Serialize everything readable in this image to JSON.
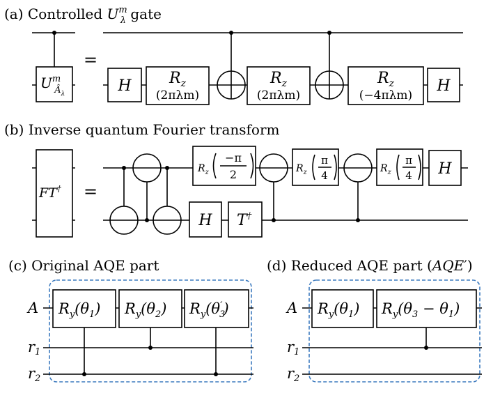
{
  "panels": {
    "a": {
      "caption_prefix": "(a) Controlled ",
      "caption_U": "U",
      "caption_sup": "m",
      "caption_sub": "λ",
      "caption_suffix": " gate",
      "lhs_U": "U",
      "lhs_sup": "m",
      "lhs_sub": "Â",
      "lhs_subsub": "λ",
      "equals": "=",
      "gates": [
        {
          "main": "H",
          "arg": ""
        },
        {
          "main": "R",
          "sub": "z",
          "arg": "(2πλm)"
        },
        {
          "main": "R",
          "sub": "z",
          "arg": "(2πλm)"
        },
        {
          "main": "R",
          "sub": "z",
          "arg": "(−4πλm)"
        },
        {
          "main": "H",
          "arg": ""
        }
      ]
    },
    "b": {
      "caption": "(b) Inverse quantum Fourier transform",
      "lhs_label": "FT",
      "lhs_sup": "†",
      "equals": "=",
      "rz1_num": "−π",
      "rz1_den": "2",
      "rz2_num": "π",
      "rz2_den": "4",
      "rz3_num": "π",
      "rz3_den": "4",
      "rz_R": "R",
      "rz_sub": "z",
      "h_label": "H",
      "t_label": "T",
      "t_sup": "†",
      "h_end": "H"
    },
    "c": {
      "caption": "(c) Original AQE part",
      "wire_labels": [
        "A",
        "r",
        "r"
      ],
      "wire_subs": [
        "",
        "1",
        "2"
      ],
      "gates": [
        {
          "label": "R",
          "sub": "y",
          "arg": "(θ",
          "argsub": "1",
          "close": ")"
        },
        {
          "label": "R",
          "sub": "y",
          "arg": "(θ",
          "argsub": "2",
          "close": ")"
        },
        {
          "label": "R",
          "sub": "y",
          "arg": "(θ",
          "argsub": "3",
          "prime": "′",
          "close": ")"
        }
      ]
    },
    "d": {
      "caption_prefix": "(d) Reduced AQE part (",
      "caption_italic": "AQE",
      "caption_prime": "′",
      "caption_suffix": ")",
      "wire_labels": [
        "A",
        "r",
        "r"
      ],
      "wire_subs": [
        "",
        "1",
        "2"
      ],
      "gates": [
        {
          "label": "R",
          "sub": "y",
          "arg": "(θ",
          "argsub": "1",
          "close": ")"
        },
        {
          "label": "R",
          "sub": "y",
          "arg": "(θ",
          "argsub": "3",
          "mid": " − θ",
          "argsub2": "1",
          "close": ")"
        }
      ]
    }
  },
  "colors": {
    "dashed_box": "#3d7bbf"
  }
}
